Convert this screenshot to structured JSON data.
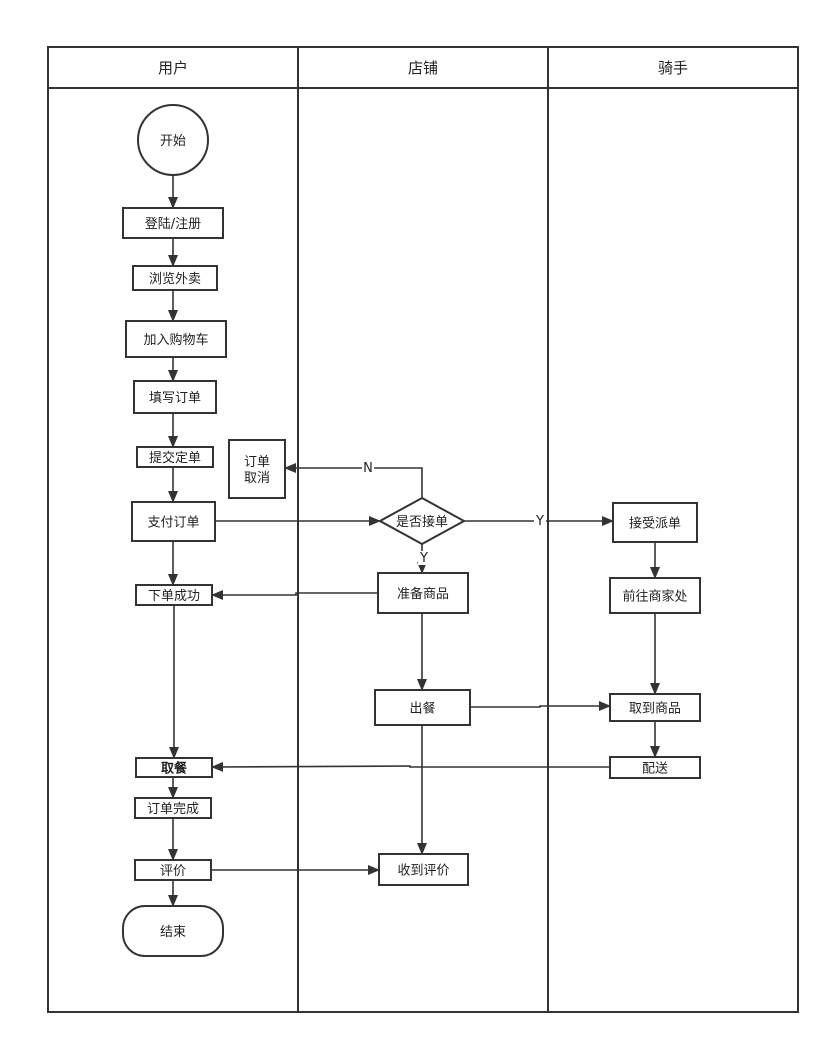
{
  "lanes": [
    {
      "id": "user",
      "title": "用户"
    },
    {
      "id": "store",
      "title": "店铺"
    },
    {
      "id": "rider",
      "title": "骑手"
    }
  ],
  "nodes": [
    {
      "id": "start",
      "shape": "circle",
      "lines": [
        "开始"
      ]
    },
    {
      "id": "login",
      "shape": "rect",
      "lines": [
        "登陆/注册"
      ]
    },
    {
      "id": "browse",
      "shape": "rect",
      "lines": [
        "浏览外卖"
      ]
    },
    {
      "id": "cart",
      "shape": "rect",
      "lines": [
        "加入购物车"
      ]
    },
    {
      "id": "fill",
      "shape": "rect",
      "lines": [
        "填写订单"
      ]
    },
    {
      "id": "submit",
      "shape": "rect",
      "lines": [
        "提交定单"
      ]
    },
    {
      "id": "cancel",
      "shape": "rect",
      "lines": [
        "订单",
        "取消"
      ]
    },
    {
      "id": "pay",
      "shape": "rect",
      "lines": [
        "支付订单"
      ]
    },
    {
      "id": "accept",
      "shape": "diamond",
      "lines": [
        "是否接单"
      ]
    },
    {
      "id": "dispatch",
      "shape": "rect",
      "lines": [
        "接受派单"
      ]
    },
    {
      "id": "success",
      "shape": "rect",
      "lines": [
        "下单成功"
      ]
    },
    {
      "id": "prepare",
      "shape": "rect",
      "lines": [
        "准备商品"
      ]
    },
    {
      "id": "goto",
      "shape": "rect",
      "lines": [
        "前往商家处"
      ]
    },
    {
      "id": "serve",
      "shape": "rect",
      "lines": [
        "出餐"
      ]
    },
    {
      "id": "pickup",
      "shape": "rect",
      "lines": [
        "取到商品"
      ]
    },
    {
      "id": "take",
      "shape": "rect",
      "lines": [
        "取餐"
      ],
      "bold": true
    },
    {
      "id": "deliver",
      "shape": "rect",
      "lines": [
        "配送"
      ]
    },
    {
      "id": "done",
      "shape": "rect",
      "lines": [
        "订单完成"
      ]
    },
    {
      "id": "review",
      "shape": "rect",
      "lines": [
        "评价"
      ]
    },
    {
      "id": "received",
      "shape": "rect",
      "lines": [
        "收到评价"
      ]
    },
    {
      "id": "end",
      "shape": "rounded",
      "lines": [
        "结束"
      ]
    }
  ],
  "edges": [
    {
      "from": "start",
      "to": "login",
      "label": ""
    },
    {
      "from": "login",
      "to": "browse",
      "label": ""
    },
    {
      "from": "browse",
      "to": "cart",
      "label": ""
    },
    {
      "from": "cart",
      "to": "fill",
      "label": ""
    },
    {
      "from": "fill",
      "to": "submit",
      "label": ""
    },
    {
      "from": "submit",
      "to": "pay",
      "label": ""
    },
    {
      "from": "pay",
      "to": "accept",
      "label": ""
    },
    {
      "from": "accept",
      "to": "cancel",
      "label": "N"
    },
    {
      "from": "accept",
      "to": "dispatch",
      "label": "Y"
    },
    {
      "from": "accept",
      "to": "prepare",
      "label": "Y"
    },
    {
      "from": "prepare",
      "to": "success",
      "label": ""
    },
    {
      "from": "pay",
      "to": "success",
      "label": ""
    },
    {
      "from": "dispatch",
      "to": "goto",
      "label": ""
    },
    {
      "from": "goto",
      "to": "pickup",
      "label": ""
    },
    {
      "from": "prepare",
      "to": "serve",
      "label": ""
    },
    {
      "from": "serve",
      "to": "pickup",
      "label": ""
    },
    {
      "from": "pickup",
      "to": "deliver",
      "label": ""
    },
    {
      "from": "deliver",
      "to": "take",
      "label": ""
    },
    {
      "from": "success",
      "to": "take",
      "label": ""
    },
    {
      "from": "take",
      "to": "done",
      "label": ""
    },
    {
      "from": "done",
      "to": "review",
      "label": ""
    },
    {
      "from": "review",
      "to": "end",
      "label": ""
    },
    {
      "from": "review",
      "to": "received",
      "label": ""
    },
    {
      "from": "serve",
      "to": "received",
      "label": ""
    }
  ],
  "colors": {
    "line": "#333333",
    "text": "#222222",
    "background": "#ffffff"
  }
}
